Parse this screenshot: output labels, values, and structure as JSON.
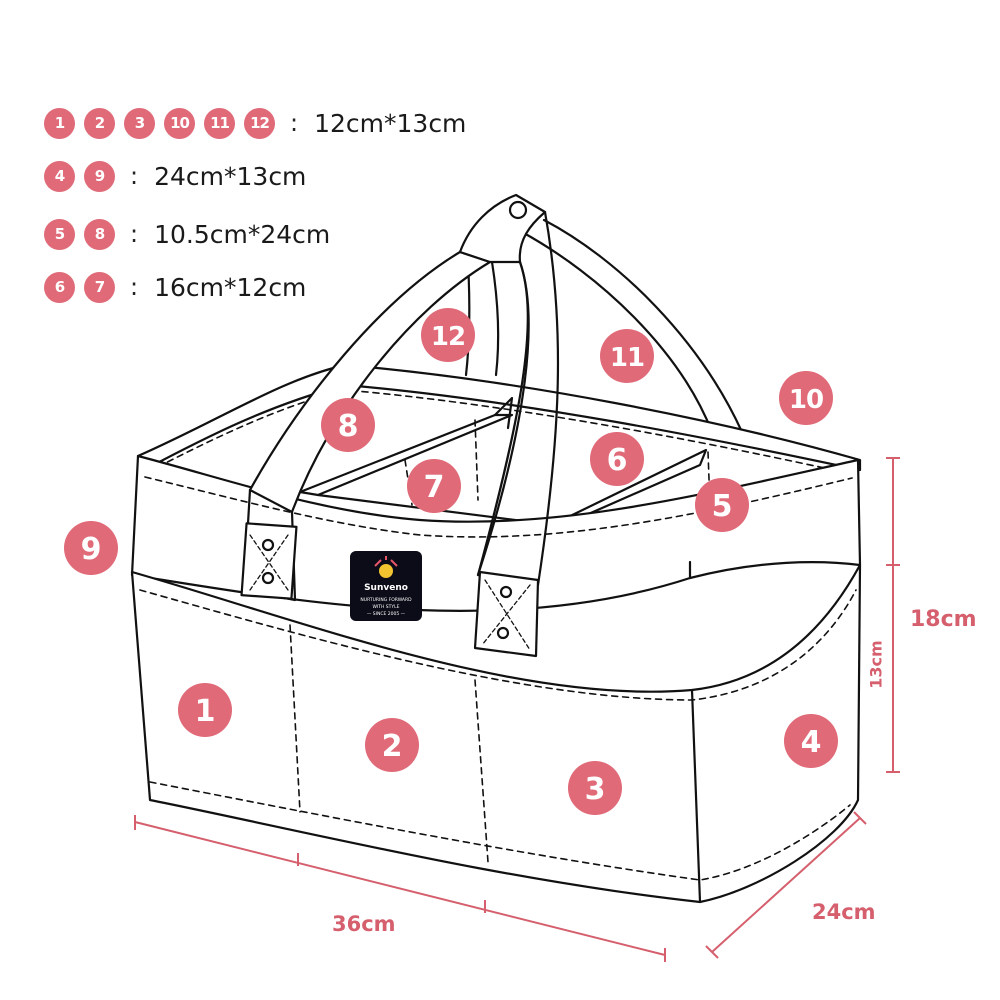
{
  "colors": {
    "accent": "#e06a78",
    "dimension": "#d55f6d",
    "outline": "#111111"
  },
  "legend": [
    {
      "numbers": [
        "1",
        "2",
        "3",
        "10",
        "11",
        "12"
      ],
      "size": "12cm*13cm"
    },
    {
      "numbers": [
        "4",
        "9"
      ],
      "size": "24cm*13cm"
    },
    {
      "numbers": [
        "5",
        "8"
      ],
      "size": "10.5cm*24cm"
    },
    {
      "numbers": [
        "6",
        "7"
      ],
      "size": "16cm*12cm"
    }
  ],
  "separator": ":",
  "compartments": [
    "1",
    "2",
    "3",
    "4",
    "5",
    "6",
    "7",
    "8",
    "9",
    "10",
    "11",
    "12"
  ],
  "dimensions": {
    "length": "36cm",
    "width": "24cm",
    "height": "18cm",
    "pocket_height": "13cm"
  },
  "label": {
    "brand": "Sunveno",
    "tagline1": "NURTURING FORWARD",
    "tagline2": "WITH STYLE",
    "since": "— SINCE 2005 —"
  }
}
